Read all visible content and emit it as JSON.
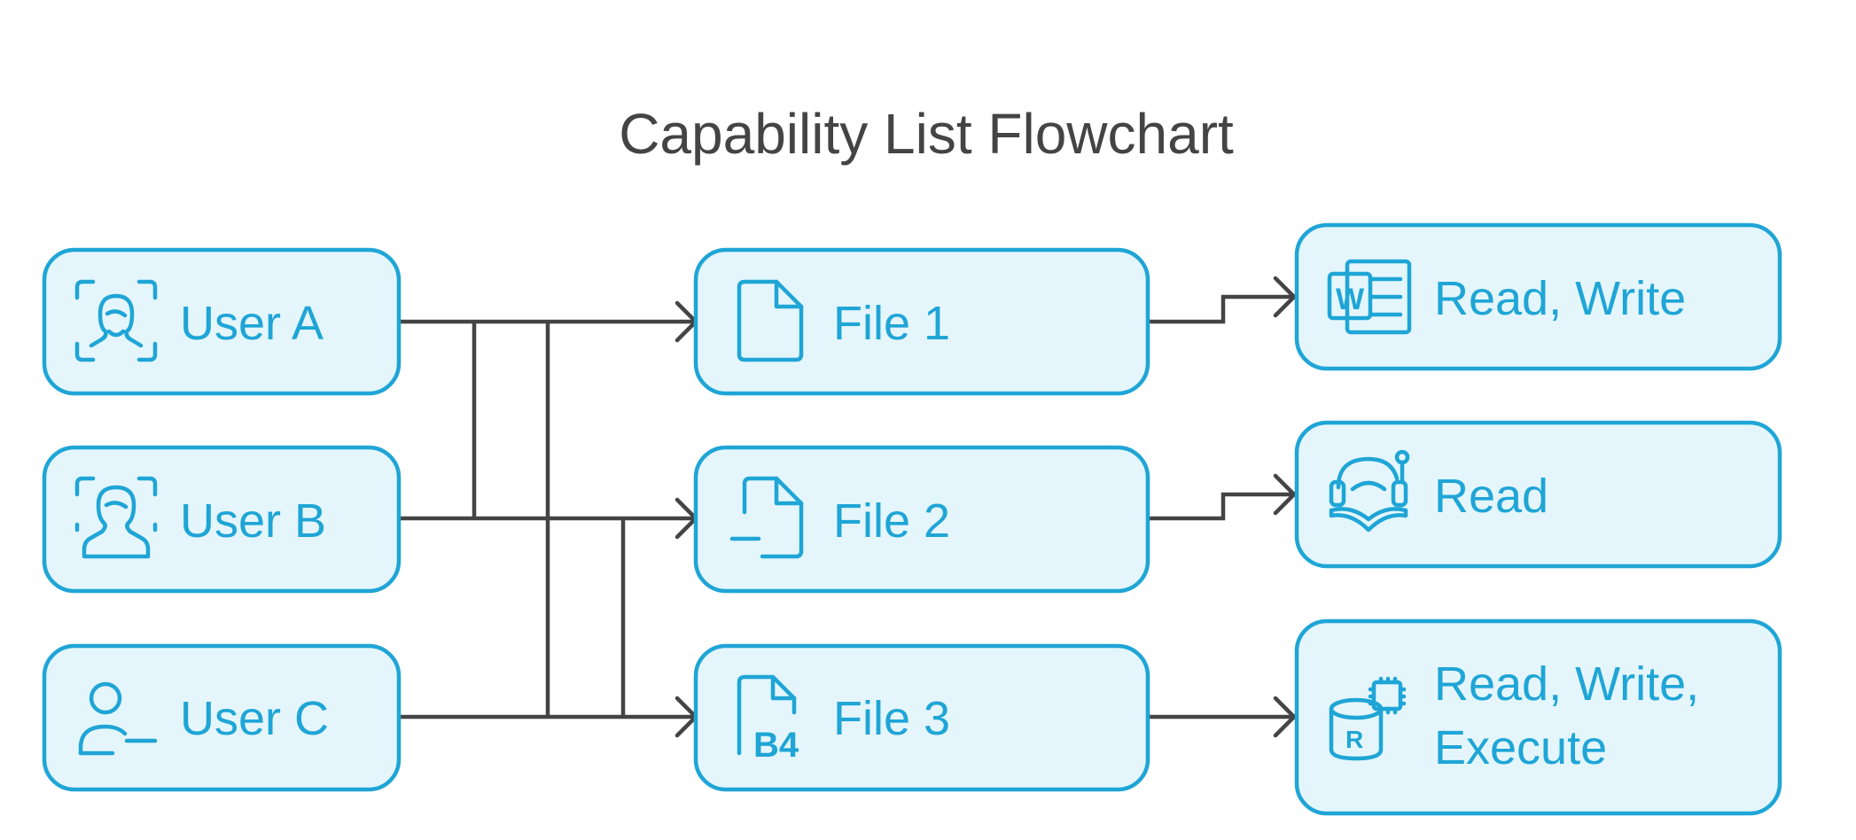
{
  "title": "Capability List Flowchart",
  "users": [
    {
      "id": "user-a",
      "label": "User A",
      "icon": "user-face-scan-icon"
    },
    {
      "id": "user-b",
      "label": "User B",
      "icon": "user-face-scan-icon"
    },
    {
      "id": "user-c",
      "label": "User C",
      "icon": "user-minus-icon"
    }
  ],
  "files": [
    {
      "id": "file-1",
      "label": "File 1",
      "icon": "file-icon"
    },
    {
      "id": "file-2",
      "label": "File 2",
      "icon": "file-minus-icon"
    },
    {
      "id": "file-3",
      "label": "File 3",
      "icon": "file-b4-icon",
      "icon_text": "B4"
    }
  ],
  "capabilities": [
    {
      "id": "read-write",
      "lines": [
        "Read, Write"
      ],
      "icon": "word-document-icon",
      "icon_text": "W"
    },
    {
      "id": "read",
      "lines": [
        "Read"
      ],
      "icon": "reading-headset-icon"
    },
    {
      "id": "read-write-execute",
      "lines": [
        "Read, Write,",
        "Execute"
      ],
      "icon": "database-chip-icon",
      "icon_text": "R"
    }
  ],
  "connections": [
    {
      "from": "User A",
      "to": "File 1"
    },
    {
      "from": "User A",
      "to": "File 2"
    },
    {
      "from": "User A",
      "to": "File 3"
    },
    {
      "from": "User B",
      "to": "File 2"
    },
    {
      "from": "User B",
      "to": "File 3"
    },
    {
      "from": "User C",
      "to": "File 3"
    },
    {
      "from": "File 1",
      "to": "Read, Write"
    },
    {
      "from": "File 2",
      "to": "Read"
    },
    {
      "from": "File 3",
      "to": "Read, Write, Execute"
    }
  ],
  "colors": {
    "node_border": "#1fa5d6",
    "node_fill": "#e4f6fc",
    "text": "#1fa5d6",
    "connector": "#444444",
    "title": "#444444"
  }
}
